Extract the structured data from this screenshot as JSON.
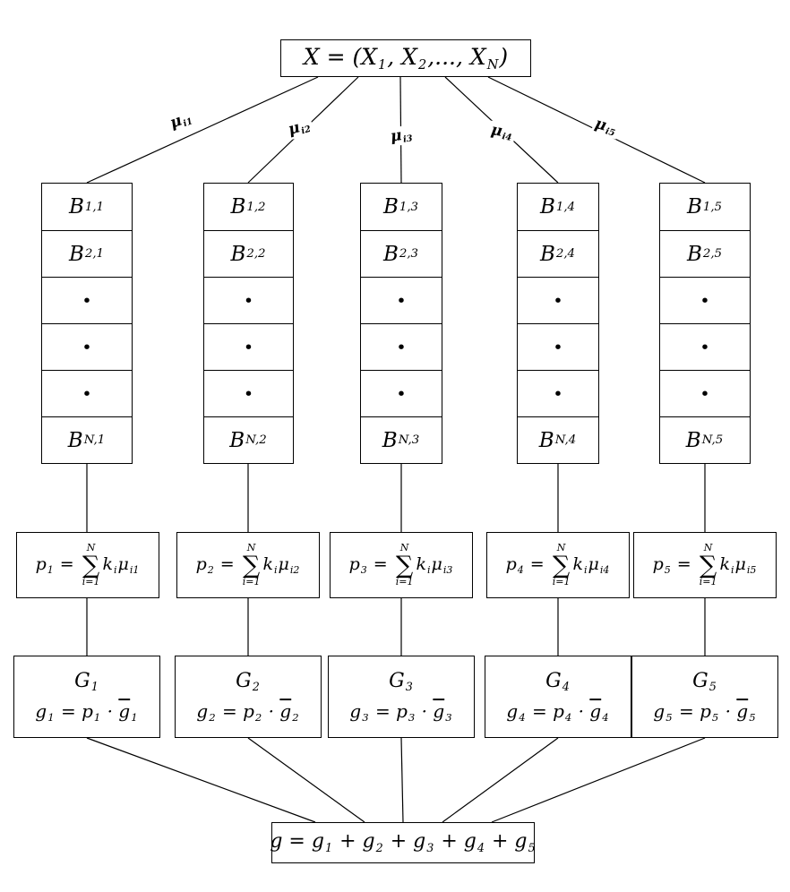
{
  "top_box": {
    "formula": [
      [
        "t",
        "X = ("
      ],
      [
        "t",
        "X"
      ],
      [
        "s",
        "1"
      ],
      [
        "t",
        ", X"
      ],
      [
        "s",
        "2"
      ],
      [
        "t",
        ",..., X"
      ],
      [
        "s",
        "N"
      ],
      [
        "t",
        ")"
      ]
    ]
  },
  "mu_labels": [
    [
      [
        "t",
        "μ"
      ],
      [
        "s",
        "i1"
      ]
    ],
    [
      [
        "t",
        "μ"
      ],
      [
        "s",
        "i2"
      ]
    ],
    [
      [
        "t",
        "μ"
      ],
      [
        "s",
        "i3"
      ]
    ],
    [
      [
        "t",
        "μ"
      ],
      [
        "s",
        "i4"
      ]
    ],
    [
      [
        "t",
        "μ"
      ],
      [
        "s",
        "i5"
      ]
    ]
  ],
  "columns": [
    {
      "cells": [
        [
          [
            "t",
            "B"
          ],
          [
            "s",
            "1,1"
          ]
        ],
        [
          [
            "t",
            "B"
          ],
          [
            "s",
            "2,1"
          ]
        ],
        [
          [
            "t",
            "•"
          ]
        ],
        [
          [
            "t",
            "•"
          ]
        ],
        [
          [
            "t",
            "•"
          ]
        ],
        [
          [
            "t",
            "B"
          ],
          [
            "s",
            "N,1"
          ]
        ]
      ],
      "p_formula": [
        [
          "t",
          "p"
        ],
        [
          "s",
          "1"
        ],
        [
          "t",
          " = "
        ],
        [
          "sum",
          {
            "top": "N",
            "bot": "i=1",
            "sym": "∑"
          }
        ],
        [
          "t",
          "k"
        ],
        [
          "s",
          "i"
        ],
        [
          "t",
          "μ"
        ],
        [
          "s",
          "i1"
        ]
      ],
      "g_title": [
        [
          "t",
          "G"
        ],
        [
          "s",
          "1"
        ]
      ],
      "g_formula": [
        [
          "t",
          "g"
        ],
        [
          "s",
          "1"
        ],
        [
          "t",
          " = p"
        ],
        [
          "s",
          "1"
        ],
        [
          "t",
          " · "
        ],
        [
          "o",
          "g"
        ],
        [
          "s",
          "1"
        ]
      ]
    },
    {
      "cells": [
        [
          [
            "t",
            "B"
          ],
          [
            "s",
            "1,2"
          ]
        ],
        [
          [
            "t",
            "B"
          ],
          [
            "s",
            "2,2"
          ]
        ],
        [
          [
            "t",
            "•"
          ]
        ],
        [
          [
            "t",
            "•"
          ]
        ],
        [
          [
            "t",
            "•"
          ]
        ],
        [
          [
            "t",
            "B"
          ],
          [
            "s",
            "N,2"
          ]
        ]
      ],
      "p_formula": [
        [
          "t",
          "p"
        ],
        [
          "s",
          "2"
        ],
        [
          "t",
          " = "
        ],
        [
          "sum",
          {
            "top": "N",
            "bot": "i=1",
            "sym": "∑"
          }
        ],
        [
          "t",
          "k"
        ],
        [
          "s",
          "i"
        ],
        [
          "t",
          "μ"
        ],
        [
          "s",
          "i2"
        ]
      ],
      "g_title": [
        [
          "t",
          "G"
        ],
        [
          "s",
          "2"
        ]
      ],
      "g_formula": [
        [
          "t",
          "g"
        ],
        [
          "s",
          "2"
        ],
        [
          "t",
          " = p"
        ],
        [
          "s",
          "2"
        ],
        [
          "t",
          " · "
        ],
        [
          "o",
          "g"
        ],
        [
          "s",
          "2"
        ]
      ]
    },
    {
      "cells": [
        [
          [
            "t",
            "B"
          ],
          [
            "s",
            "1,3"
          ]
        ],
        [
          [
            "t",
            "B"
          ],
          [
            "s",
            "2,3"
          ]
        ],
        [
          [
            "t",
            "•"
          ]
        ],
        [
          [
            "t",
            "•"
          ]
        ],
        [
          [
            "t",
            "•"
          ]
        ],
        [
          [
            "t",
            "B"
          ],
          [
            "s",
            "N,3"
          ]
        ]
      ],
      "p_formula": [
        [
          "t",
          "p"
        ],
        [
          "s",
          "3"
        ],
        [
          "t",
          " = "
        ],
        [
          "sum",
          {
            "top": "N",
            "bot": "i=1",
            "sym": "∑"
          }
        ],
        [
          "t",
          "k"
        ],
        [
          "s",
          "i"
        ],
        [
          "t",
          "μ"
        ],
        [
          "s",
          "i3"
        ]
      ],
      "g_title": [
        [
          "t",
          "G"
        ],
        [
          "s",
          "3"
        ]
      ],
      "g_formula": [
        [
          "t",
          "g"
        ],
        [
          "s",
          "3"
        ],
        [
          "t",
          " = p"
        ],
        [
          "s",
          "3"
        ],
        [
          "t",
          " · "
        ],
        [
          "o",
          "g"
        ],
        [
          "s",
          "3"
        ]
      ]
    },
    {
      "cells": [
        [
          [
            "t",
            "B"
          ],
          [
            "s",
            "1,4"
          ]
        ],
        [
          [
            "t",
            "B"
          ],
          [
            "s",
            "2,4"
          ]
        ],
        [
          [
            "t",
            "•"
          ]
        ],
        [
          [
            "t",
            "•"
          ]
        ],
        [
          [
            "t",
            "•"
          ]
        ],
        [
          [
            "t",
            "B"
          ],
          [
            "s",
            "N,4"
          ]
        ]
      ],
      "p_formula": [
        [
          "t",
          "p"
        ],
        [
          "s",
          "4"
        ],
        [
          "t",
          " = "
        ],
        [
          "sum",
          {
            "top": "N",
            "bot": "i=1",
            "sym": "∑"
          }
        ],
        [
          "t",
          "k"
        ],
        [
          "s",
          "i"
        ],
        [
          "t",
          "μ"
        ],
        [
          "s",
          "i4"
        ]
      ],
      "g_title": [
        [
          "t",
          "G"
        ],
        [
          "s",
          "4"
        ]
      ],
      "g_formula": [
        [
          "t",
          "g"
        ],
        [
          "s",
          "4"
        ],
        [
          "t",
          " = p"
        ],
        [
          "s",
          "4"
        ],
        [
          "t",
          " · "
        ],
        [
          "o",
          "g"
        ],
        [
          "s",
          "4"
        ]
      ]
    },
    {
      "cells": [
        [
          [
            "t",
            "B"
          ],
          [
            "s",
            "1,5"
          ]
        ],
        [
          [
            "t",
            "B"
          ],
          [
            "s",
            "2,5"
          ]
        ],
        [
          [
            "t",
            "•"
          ]
        ],
        [
          [
            "t",
            "•"
          ]
        ],
        [
          [
            "t",
            "•"
          ]
        ],
        [
          [
            "t",
            "B"
          ],
          [
            "s",
            "N,5"
          ]
        ]
      ],
      "p_formula": [
        [
          "t",
          "p"
        ],
        [
          "s",
          "5"
        ],
        [
          "t",
          " = "
        ],
        [
          "sum",
          {
            "top": "N",
            "bot": "i=1",
            "sym": "∑"
          }
        ],
        [
          "t",
          "k"
        ],
        [
          "s",
          "i"
        ],
        [
          "t",
          "μ"
        ],
        [
          "s",
          "i5"
        ]
      ],
      "g_title": [
        [
          "t",
          "G"
        ],
        [
          "s",
          "5"
        ]
      ],
      "g_formula": [
        [
          "t",
          "g"
        ],
        [
          "s",
          "5"
        ],
        [
          "t",
          " = p"
        ],
        [
          "s",
          "5"
        ],
        [
          "t",
          " · "
        ],
        [
          "o",
          "g"
        ],
        [
          "s",
          "5"
        ]
      ]
    }
  ],
  "bottom_box": {
    "formula": [
      [
        "t",
        "g = g"
      ],
      [
        "s",
        "1"
      ],
      [
        "t",
        " + g"
      ],
      [
        "s",
        "2"
      ],
      [
        "t",
        " + g"
      ],
      [
        "s",
        "3"
      ],
      [
        "t",
        " + g"
      ],
      [
        "s",
        "4"
      ],
      [
        "t",
        " + g"
      ],
      [
        "s",
        "5"
      ]
    ]
  }
}
